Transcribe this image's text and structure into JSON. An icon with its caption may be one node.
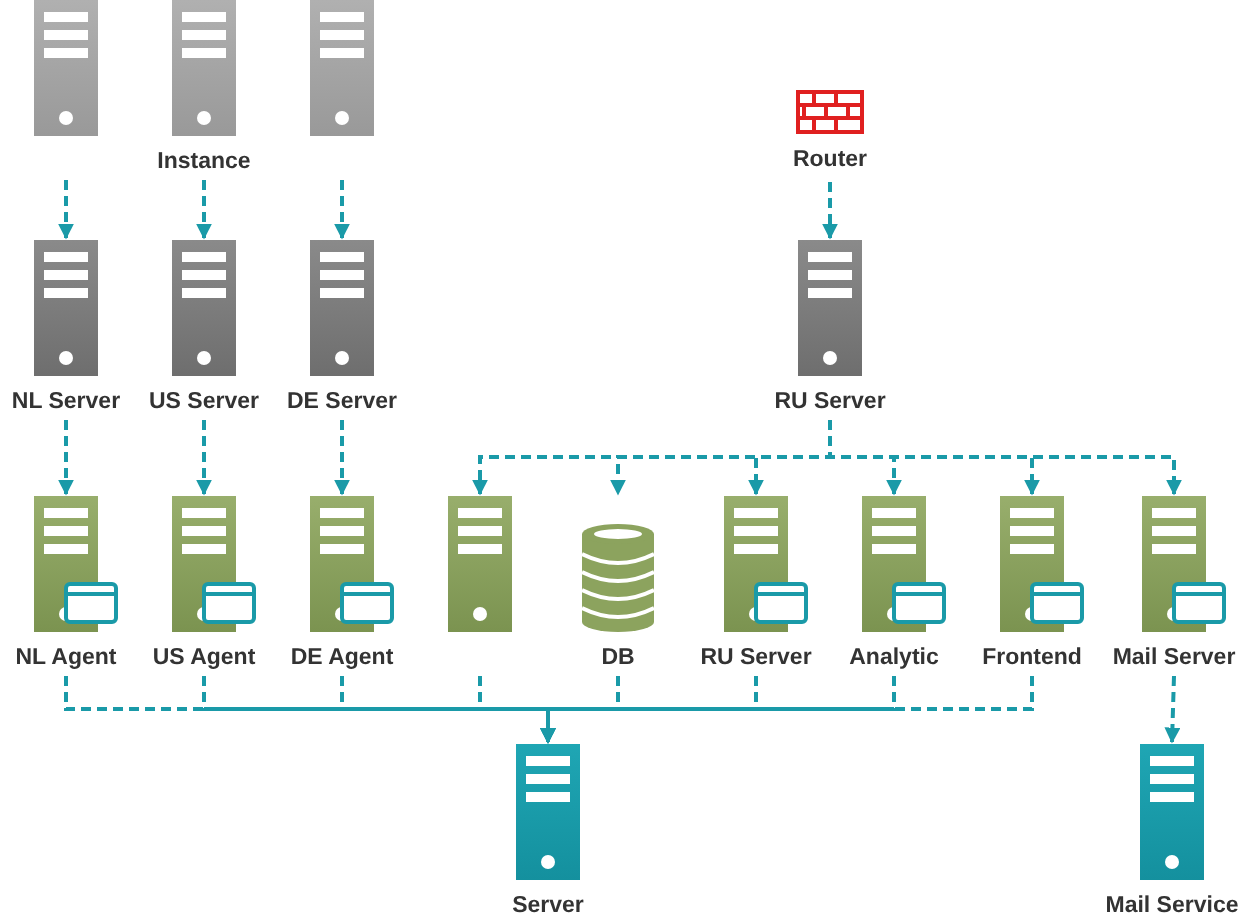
{
  "diagram": {
    "nodes": [
      {
        "text": [],
        "shape": "server"
      },
      {
        "text": [
          "Instance"
        ]
      },
      {
        "text": [],
        "shape": "server"
      },
      {
        "text": [
          "Router"
        ]
      },
      {
        "text": [
          "NL Server"
        ]
      },
      {
        "text": [
          "US Server"
        ]
      },
      {
        "text": [
          "DE Server"
        ]
      },
      {
        "text": [
          "RU Server"
        ]
      },
      {
        "text": [
          "NL Agent"
        ]
      },
      {
        "text": [
          "US Agent"
        ]
      },
      {
        "text": [
          "DE Agent"
        ]
      },
      {
        "text": [],
        "shape": "server"
      },
      {
        "text": [
          "DB"
        ]
      },
      {
        "text": [
          "RU Server"
        ]
      },
      {
        "text": [
          "Analytic"
        ]
      },
      {
        "text": [
          "Frontend"
        ]
      },
      {
        "text": [
          "Mail Server"
        ]
      },
      {
        "text": [
          "Server"
        ]
      },
      {
        "text": [
          "Mail Service"
        ]
      }
    ],
    "edges": [
      {
        "from": 0,
        "to": 4,
        "arrow": "to"
      },
      {
        "from": 1,
        "to": 5,
        "arrow": "to"
      },
      {
        "from": 2,
        "to": 6,
        "arrow": "to"
      },
      {
        "from": 3,
        "to": 7,
        "arrow": "to"
      },
      {
        "from": 4,
        "to": 8,
        "arrow": "to"
      },
      {
        "from": 5,
        "to": 9,
        "arrow": "to"
      },
      {
        "from": 6,
        "to": 10,
        "arrow": "to"
      },
      {
        "from": 7,
        "to": 11,
        "arrow": "to"
      },
      {
        "from": 7,
        "to": 12,
        "arrow": "to"
      },
      {
        "from": 7,
        "to": 13,
        "arrow": "to"
      },
      {
        "from": 7,
        "to": 14,
        "arrow": "to"
      },
      {
        "from": 7,
        "to": 15,
        "arrow": "to"
      },
      {
        "from": 7,
        "to": 16,
        "arrow": "to"
      },
      {
        "from": 8,
        "to": 17,
        "arrow": "to"
      },
      {
        "from": 9,
        "to": 17,
        "arrow": "to"
      },
      {
        "from": 10,
        "to": 17,
        "arrow": "to"
      },
      {
        "from": 11,
        "to": 17,
        "arrow": "to"
      },
      {
        "from": 12,
        "to": 17,
        "arrow": "to"
      },
      {
        "from": 13,
        "to": 17,
        "arrow": "to"
      },
      {
        "from": 14,
        "to": 17,
        "arrow": "to"
      },
      {
        "from": 15,
        "to": 17,
        "arrow": "to"
      },
      {
        "from": 16,
        "to": 18,
        "arrow": "to"
      }
    ]
  }
}
